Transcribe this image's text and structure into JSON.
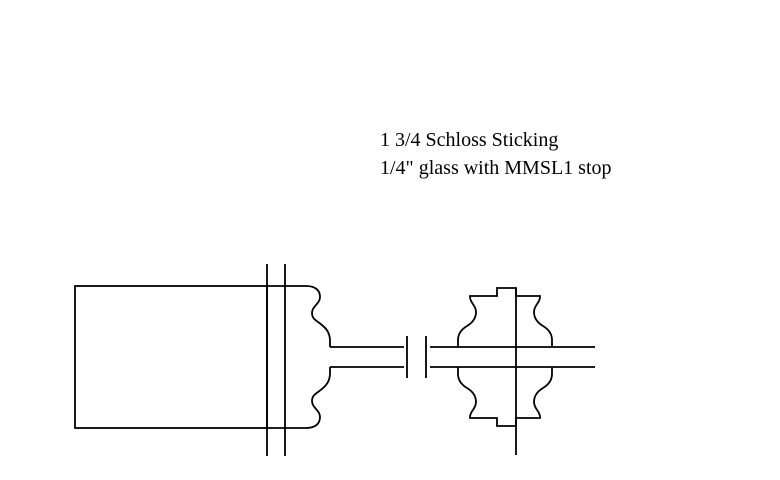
{
  "page": {
    "background_color": "#ffffff",
    "line_color": "#000000"
  },
  "annotation": {
    "line1": "1 3/4 Schloss Sticking",
    "line2": "1/4\" glass with MMSL1 stop"
  },
  "drawing": {
    "parts": [
      "stile-body",
      "break-lines",
      "sticking-ogee-profile-top",
      "sticking-ogee-profile-bottom",
      "glass-dado-lines",
      "glass-break-ticks",
      "mmsl1-stop-profile-top",
      "mmsl1-stop-profile-bottom",
      "stop-joint-line"
    ]
  }
}
